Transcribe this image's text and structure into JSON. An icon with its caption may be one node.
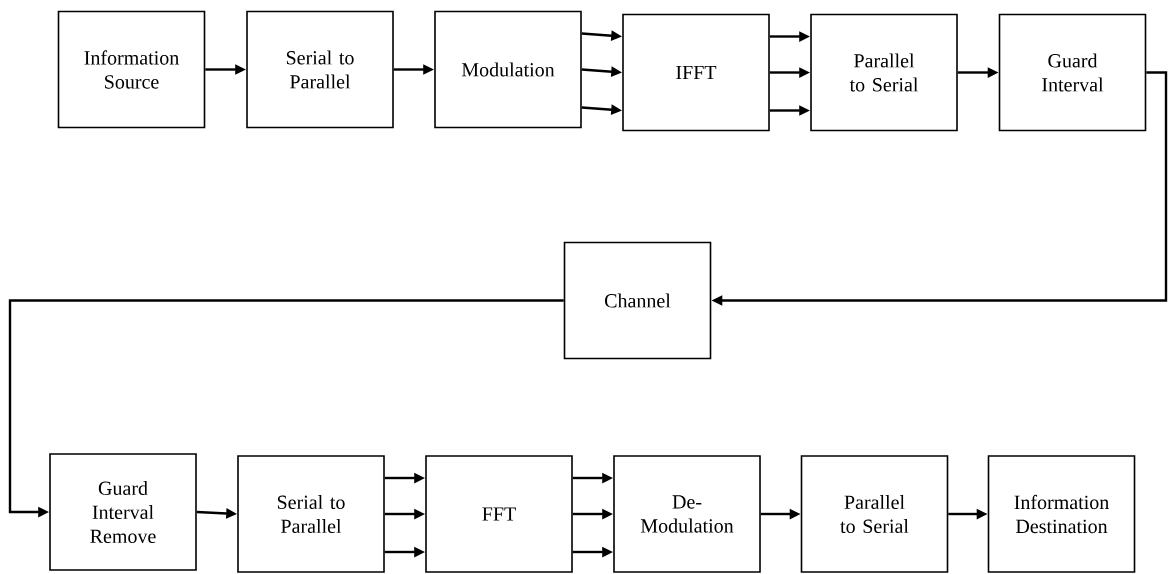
{
  "diagram": {
    "nodes": [
      {
        "text": [
          "Information Source"
        ]
      },
      {
        "text": [
          "Serial to Parallel"
        ]
      },
      {
        "text": [
          "Modulation"
        ]
      },
      {
        "text": [
          "IFFT"
        ]
      },
      {
        "text": [
          "Parallel to Serial"
        ]
      },
      {
        "text": [
          "Guard Interval"
        ]
      },
      {
        "text": [
          "Channel"
        ]
      },
      {
        "text": [
          "Guard Interval Remove"
        ]
      },
      {
        "text": [
          "Serial to Parallel"
        ]
      },
      {
        "text": [
          "FFT"
        ]
      },
      {
        "text": [
          "De-Modulation"
        ]
      },
      {
        "text": [
          "Parallel to Serial"
        ]
      },
      {
        "text": [
          "Information Destination"
        ]
      }
    ],
    "edges": [
      {
        "from": 0,
        "to": 1,
        "arrow": "to"
      },
      {
        "from": 1,
        "to": 2,
        "arrow": "to"
      },
      {
        "from": 2,
        "to": 3,
        "arrow": "to"
      },
      {
        "from": 2,
        "to": 3,
        "arrow": "to"
      },
      {
        "from": 2,
        "to": 3,
        "arrow": "to"
      },
      {
        "from": 3,
        "to": 4,
        "arrow": "to"
      },
      {
        "from": 3,
        "to": 4,
        "arrow": "to"
      },
      {
        "from": 3,
        "to": 4,
        "arrow": "to"
      },
      {
        "from": 4,
        "to": 5,
        "arrow": "to"
      },
      {
        "from": 5,
        "to": 6,
        "arrow": "to"
      },
      {
        "from": 6,
        "to": 7,
        "arrow": "to"
      },
      {
        "from": 7,
        "to": 8,
        "arrow": "to"
      },
      {
        "from": 8,
        "to": 9,
        "arrow": "to"
      },
      {
        "from": 8,
        "to": 9,
        "arrow": "to"
      },
      {
        "from": 8,
        "to": 9,
        "arrow": "to"
      },
      {
        "from": 9,
        "to": 10,
        "arrow": "to"
      },
      {
        "from": 9,
        "to": 10,
        "arrow": "to"
      },
      {
        "from": 9,
        "to": 10,
        "arrow": "to"
      },
      {
        "from": 10,
        "to": 11,
        "arrow": "to"
      },
      {
        "from": 11,
        "to": 12,
        "arrow": "to"
      }
    ]
  }
}
